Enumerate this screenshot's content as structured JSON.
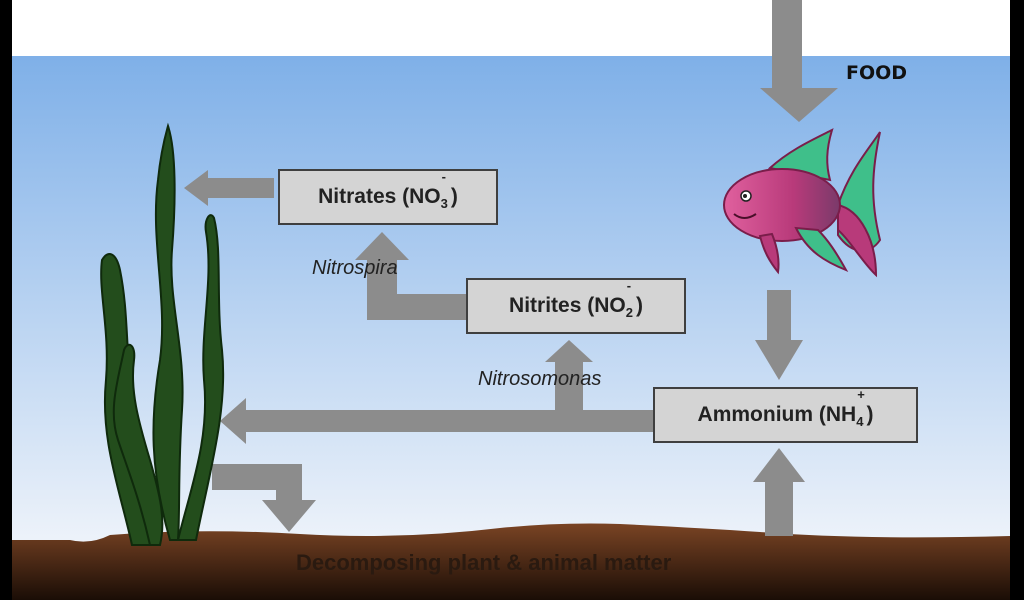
{
  "food_label": "FOOD",
  "boxes": {
    "nitrates": {
      "text": "Nitrates (NO",
      "sub": "3",
      "sup": "-",
      "close": ")"
    },
    "nitrites": {
      "text": "Nitrites (NO",
      "sub": "2",
      "sup": "-",
      "close": ")"
    },
    "ammonium": {
      "text": "Ammonium (NH",
      "sub": "4",
      "sup": "+",
      "close": ")"
    }
  },
  "bacteria": {
    "nitrospira": "Nitrospira",
    "nitrosomonas": "Nitrosomonas"
  },
  "bottom_caption": "Decomposing plant & animal matter",
  "colors": {
    "sky_top": "#7fb0e8",
    "water_bottom": "#e8f0fa",
    "arrow": "#8c8c8c",
    "box_fill": "#d4d4d4",
    "sediment": "#6b3a1f",
    "plant": "#1f4a18",
    "fish_body": "#c2408a",
    "fish_fin": "#3fbf8a"
  }
}
